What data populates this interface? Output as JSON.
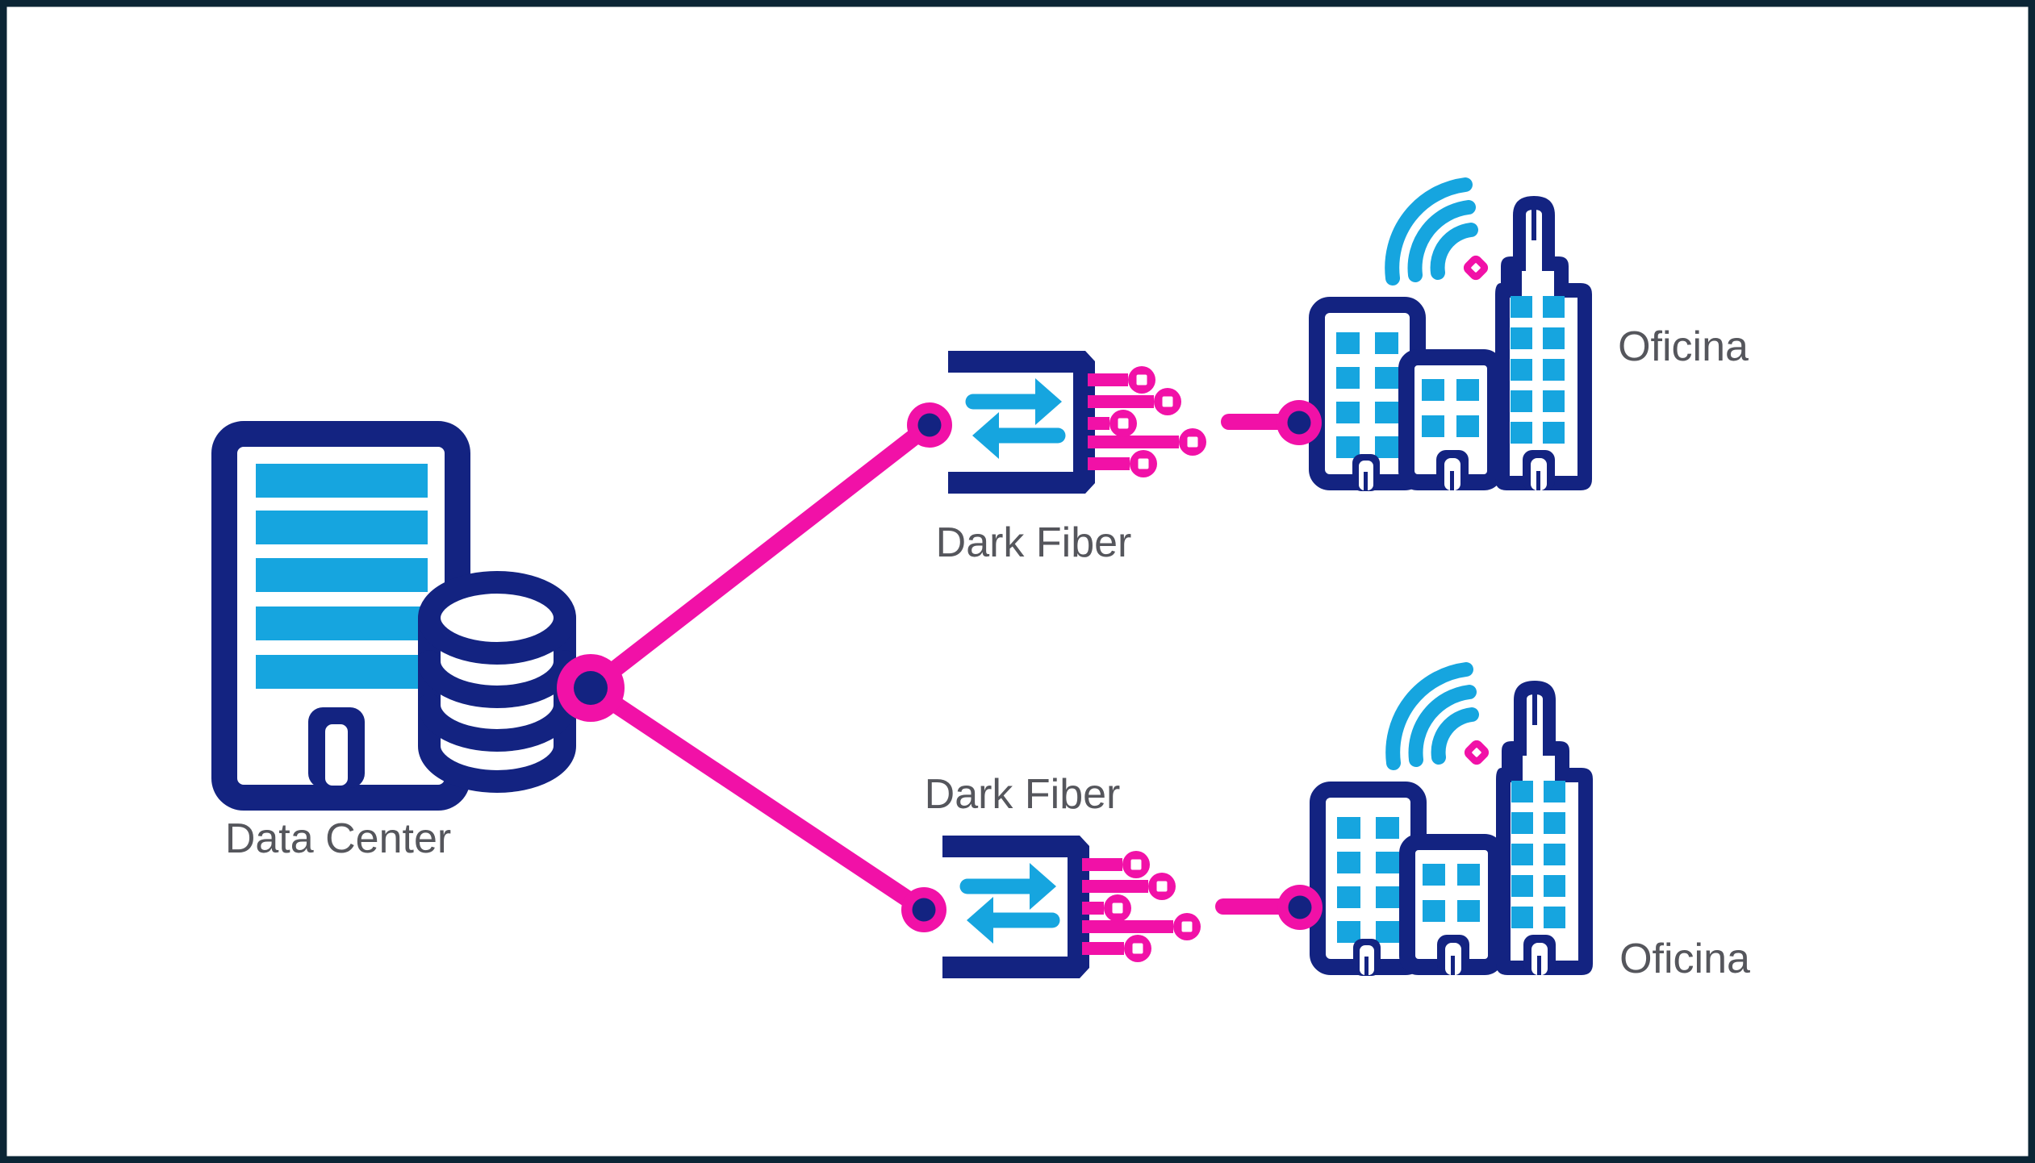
{
  "title": "Dark Fiber network diagram",
  "labels": {
    "data_center": "Data Center",
    "dark_fiber_top": "Dark Fiber",
    "dark_fiber_bottom": "Dark Fiber",
    "office_top": "Oficina",
    "office_bottom": "Oficina"
  },
  "colors": {
    "navy": "#132381",
    "light_blue": "#16a5df",
    "magenta": "#f111a7",
    "label_gray": "#55565c",
    "frame": "#0b2535",
    "background": "#ffffff"
  },
  "icons": [
    "data-center-building-icon",
    "database-cylinder-icon",
    "dark-fiber-transceiver-icon",
    "fiber-strands-icon",
    "office-buildings-icon",
    "wifi-signal-icon",
    "connection-node-icon"
  ],
  "edges": [
    {
      "from": "Data Center",
      "to": "Dark Fiber (top)",
      "style": "magenta-link"
    },
    {
      "from": "Data Center",
      "to": "Dark Fiber (bottom)",
      "style": "magenta-link"
    },
    {
      "from": "Dark Fiber (top)",
      "to": "Oficina (top)",
      "style": "magenta-link"
    },
    {
      "from": "Dark Fiber (bottom)",
      "to": "Oficina (bottom)",
      "style": "magenta-link"
    }
  ]
}
